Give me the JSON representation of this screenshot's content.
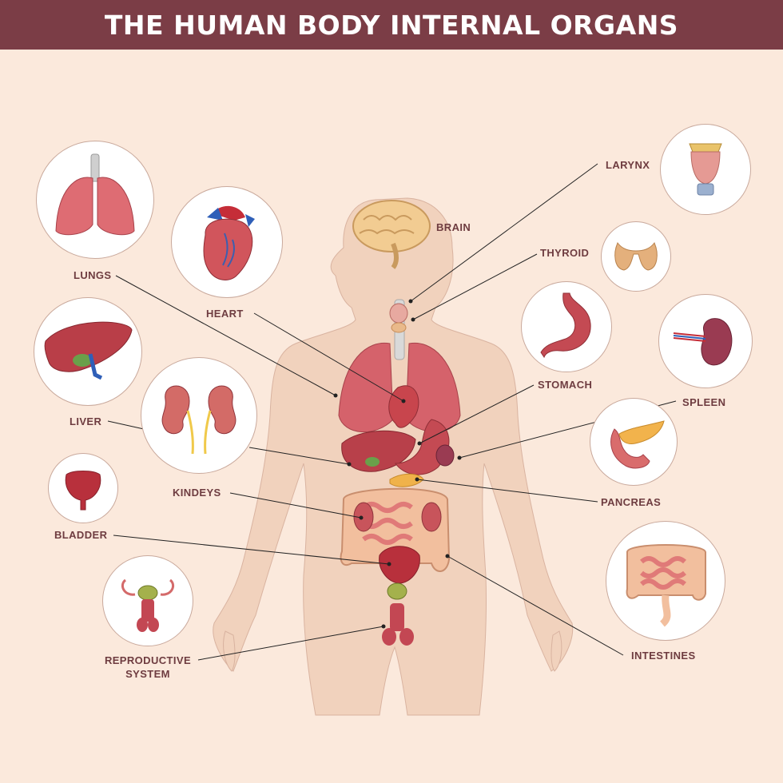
{
  "title": "THE HUMAN BODY INTERNAL ORGANS",
  "colors": {
    "header_bg": "#7b3d46",
    "background": "#fbe9dc",
    "label_text": "#6e3c40",
    "body_silhouette": "#f1d2bd",
    "organ_red": "#c94a52",
    "organ_pink": "#e98a86"
  },
  "labels": {
    "brain": "BRAIN",
    "larynx": "LARYNX",
    "thyroid": "THYROID",
    "lungs": "LUNGS",
    "heart": "HEART",
    "stomach": "STOMACH",
    "spleen": "SPLEEN",
    "liver": "LIVER",
    "pancreas": "PANCREAS",
    "kidneys": "KINDEYS",
    "bladder": "BLADDER",
    "intestines": "INTESTINES",
    "reproductive_line1": "REPRODUCTIVE",
    "reproductive_line2": "SYSTEM"
  },
  "icons": [
    "lungs-icon",
    "heart-icon",
    "liver-icon",
    "kidneys-icon",
    "bladder-icon",
    "reproductive-icon",
    "larynx-icon",
    "thyroid-icon",
    "stomach-icon",
    "spleen-icon",
    "pancreas-icon",
    "intestines-icon"
  ]
}
